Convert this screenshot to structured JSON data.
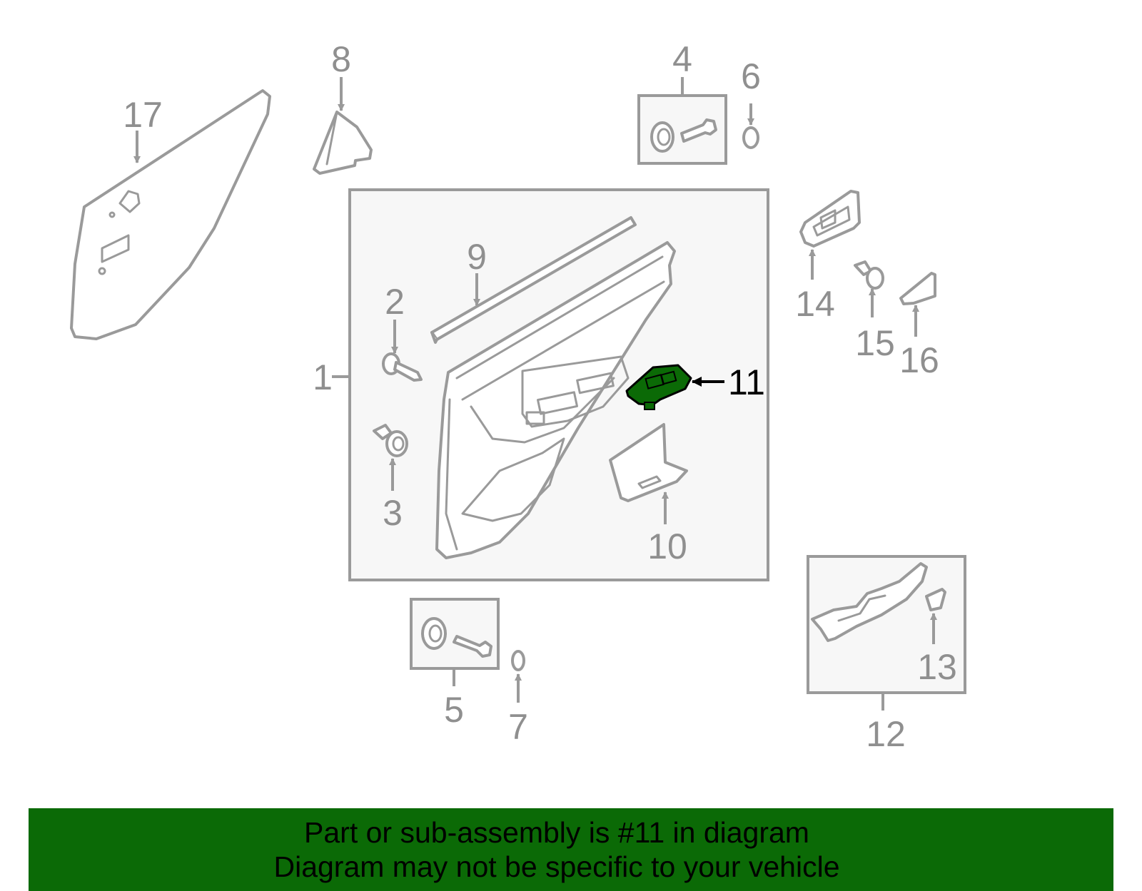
{
  "callouts": {
    "c1": "1",
    "c2": "2",
    "c3": "3",
    "c4": "4",
    "c5": "5",
    "c6": "6",
    "c7": "7",
    "c8": "8",
    "c9": "9",
    "c10": "10",
    "c11": "11",
    "c12": "12",
    "c13": "13",
    "c14": "14",
    "c15": "15",
    "c16": "16",
    "c17": "17"
  },
  "highlighted_part": "11",
  "colors": {
    "highlight": "#0b6a06",
    "line": "#9a9a9a",
    "box_fill": "#f7f7f7"
  },
  "banner": {
    "line1": "Part or sub-assembly is #11 in diagram",
    "line2": "Diagram may not be specific to your vehicle"
  }
}
